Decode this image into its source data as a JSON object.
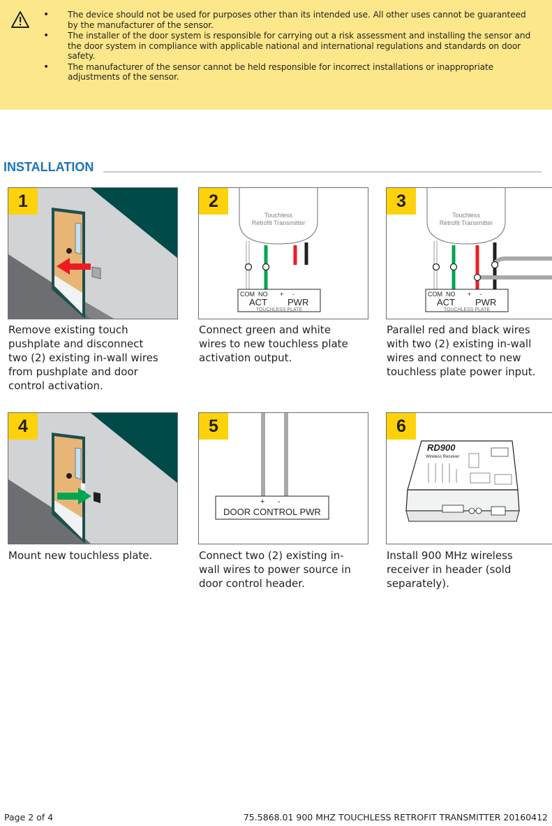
{
  "warning": {
    "icon": "warning-triangle-icon",
    "items": [
      "The device should not be used for purposes other than its intended use. All other uses cannot be guaranteed by the manufacturer of the sensor.",
      "The installer of the door system is responsible for carrying out a risk assessment and installing the sensor and the door system in compliance with applicable national and international regulations and standards on door safety.",
      "The manufacturer of the sensor cannot be held responsible for incorrect installations or inappropriate adjustments of the sensor."
    ]
  },
  "installation": {
    "title": "INSTALLATION",
    "steps": [
      {
        "number": "1",
        "caption": "Remove existing touch pushplate and disconnect two (2) existing in-wall wires from pushplate and door control activation."
      },
      {
        "number": "2",
        "caption": "Connect green and white wires to new touchless plate activation output.",
        "diagram": {
          "transmitter_line1": "Touchless",
          "transmitter_line2": "Retrofit Transmitter",
          "terminals": "COM  NO       +     -",
          "act": "ACT",
          "pwr": "PWR",
          "plate": "TOUCHLESS PLATE"
        }
      },
      {
        "number": "3",
        "caption": "Parallel red and black wires with two (2) existing in-wall wires and connect to new touchless plate power input.",
        "diagram": {
          "transmitter_line1": "Touchless",
          "transmitter_line2": "Retrofit Transmitter",
          "terminals": "COM  NO       +     -",
          "act": "ACT",
          "pwr": "PWR",
          "plate": "TOUCHLESS PLATE"
        }
      },
      {
        "number": "4",
        "caption": "Mount new touchless plate."
      },
      {
        "number": "5",
        "caption": "Connect two (2) existing in-wall wires to power source in door control header.",
        "diagram": {
          "terminals": "+      -",
          "label": "DOOR CONTROL PWR"
        }
      },
      {
        "number": "6",
        "caption": "Install 900 MHz wireless receiver in header (sold separately).",
        "diagram": {
          "device_label": "RD900",
          "device_sublabel": "Wireless Receiver"
        }
      }
    ]
  },
  "colors": {
    "badge": "#fdd20a",
    "title": "#1b75bb",
    "warning_bg": "#fce88a",
    "wire_green": "#00a651",
    "wire_red": "#ed1c24",
    "arrow_green": "#00a651",
    "arrow_red": "#ed1c24"
  },
  "footer": {
    "page": "Page 2 of 4",
    "doc": "75.5868.01 900 MHZ TOUCHLESS RETROFIT TRANSMITTER 20160412"
  }
}
